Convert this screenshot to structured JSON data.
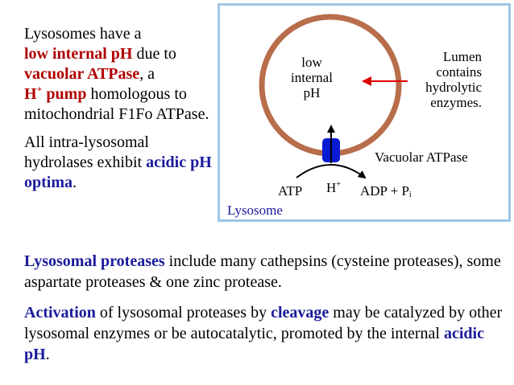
{
  "left": {
    "p1_a": "Lysosomes have a",
    "p1_b": "low internal pH",
    "p1_c": " due to",
    "p1_d": "vacuolar ATPase",
    "p1_e": ", a",
    "p1_f": "H",
    "p1_f_sup": "+",
    "p1_g": " pump",
    "p1_h": " homologous to mitochondrial F1Fo ATPase.",
    "p2_a": "All intra-lysosomal hydrolases exhibit",
    "p2_b": "acidic pH optima",
    "p2_c": "."
  },
  "diagram": {
    "inner_label": [
      "low",
      "internal",
      "pH"
    ],
    "lumen_label": [
      "Lumen",
      "contains",
      "hydrolytic",
      "enzymes."
    ],
    "pump_label": "Vacuolar ATPase",
    "atp": "ATP",
    "h": "H",
    "h_sup": "+",
    "adp": "ADP + P",
    "adp_sub": "i",
    "lysosome_label": "Lysosome",
    "colors": {
      "frame": "#9fc6e6",
      "membrane": "#b86d4b",
      "pump": "#0a1ad0",
      "arrow_red": "#e00000",
      "lysosome_label": "#1a1a9c"
    }
  },
  "bottom": {
    "p3_a": "Lysosomal proteases",
    "p3_b": " include many cathepsins (cysteine proteases), some aspartate proteases & one zinc protease.",
    "p4_a": "Activation",
    "p4_b": " of lysosomal proteases by ",
    "p4_c": "cleavage",
    "p4_d": " may be catalyzed by other lysosomal enzymes or be autocatalytic, promoted by the internal ",
    "p4_e": "acidic pH",
    "p4_f": "."
  }
}
